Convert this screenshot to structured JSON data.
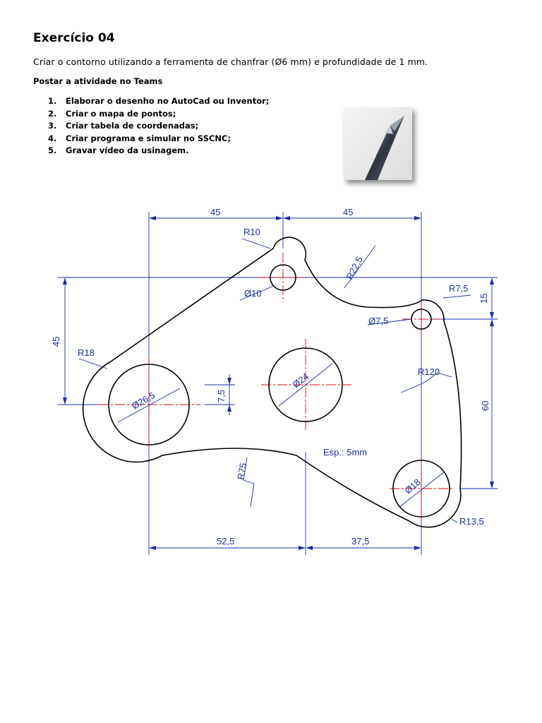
{
  "doc": {
    "title": "Exercício 04",
    "description": "Criar o contorno utilizando a ferramenta de chanfrar (Ø6 mm) e profundidade de 1 mm.",
    "subheading": "Postar a atividade no Teams",
    "steps": [
      {
        "num": "1.",
        "text": "Elaborar o desenho no AutoCad ou Inventor;"
      },
      {
        "num": "2.",
        "text": "Criar o mapa de pontos;"
      },
      {
        "num": "3.",
        "text": "Criar tabela de coordenadas;"
      },
      {
        "num": "4.",
        "text": "Criar programa e simular no SSCNC;"
      },
      {
        "num": "5.",
        "text": "Gravar vídeo da usinagem."
      }
    ]
  },
  "drawing": {
    "dims": {
      "top_left": "45",
      "top_right": "45",
      "left_height": "45",
      "right_top": "15",
      "right_height": "60",
      "bottom_left": "52,5",
      "bottom_right": "37,5",
      "small_offset": "7,5"
    },
    "labels": {
      "r10": "R10",
      "r22_5": "R22,5",
      "r7_5": "R7,5",
      "r18": "R18",
      "r120": "R120",
      "r75": "R75",
      "r13_5": "R13,5",
      "d10": "Ø10",
      "d7_5": "Ø7,5",
      "d26_5": "Ø26,5",
      "d24": "Ø24",
      "d18": "Ø18",
      "thickness": "Esp.: 5mm"
    },
    "colors": {
      "dimension": "#1a2ea8",
      "centerline": "#d01010",
      "outline": "#000000"
    }
  }
}
